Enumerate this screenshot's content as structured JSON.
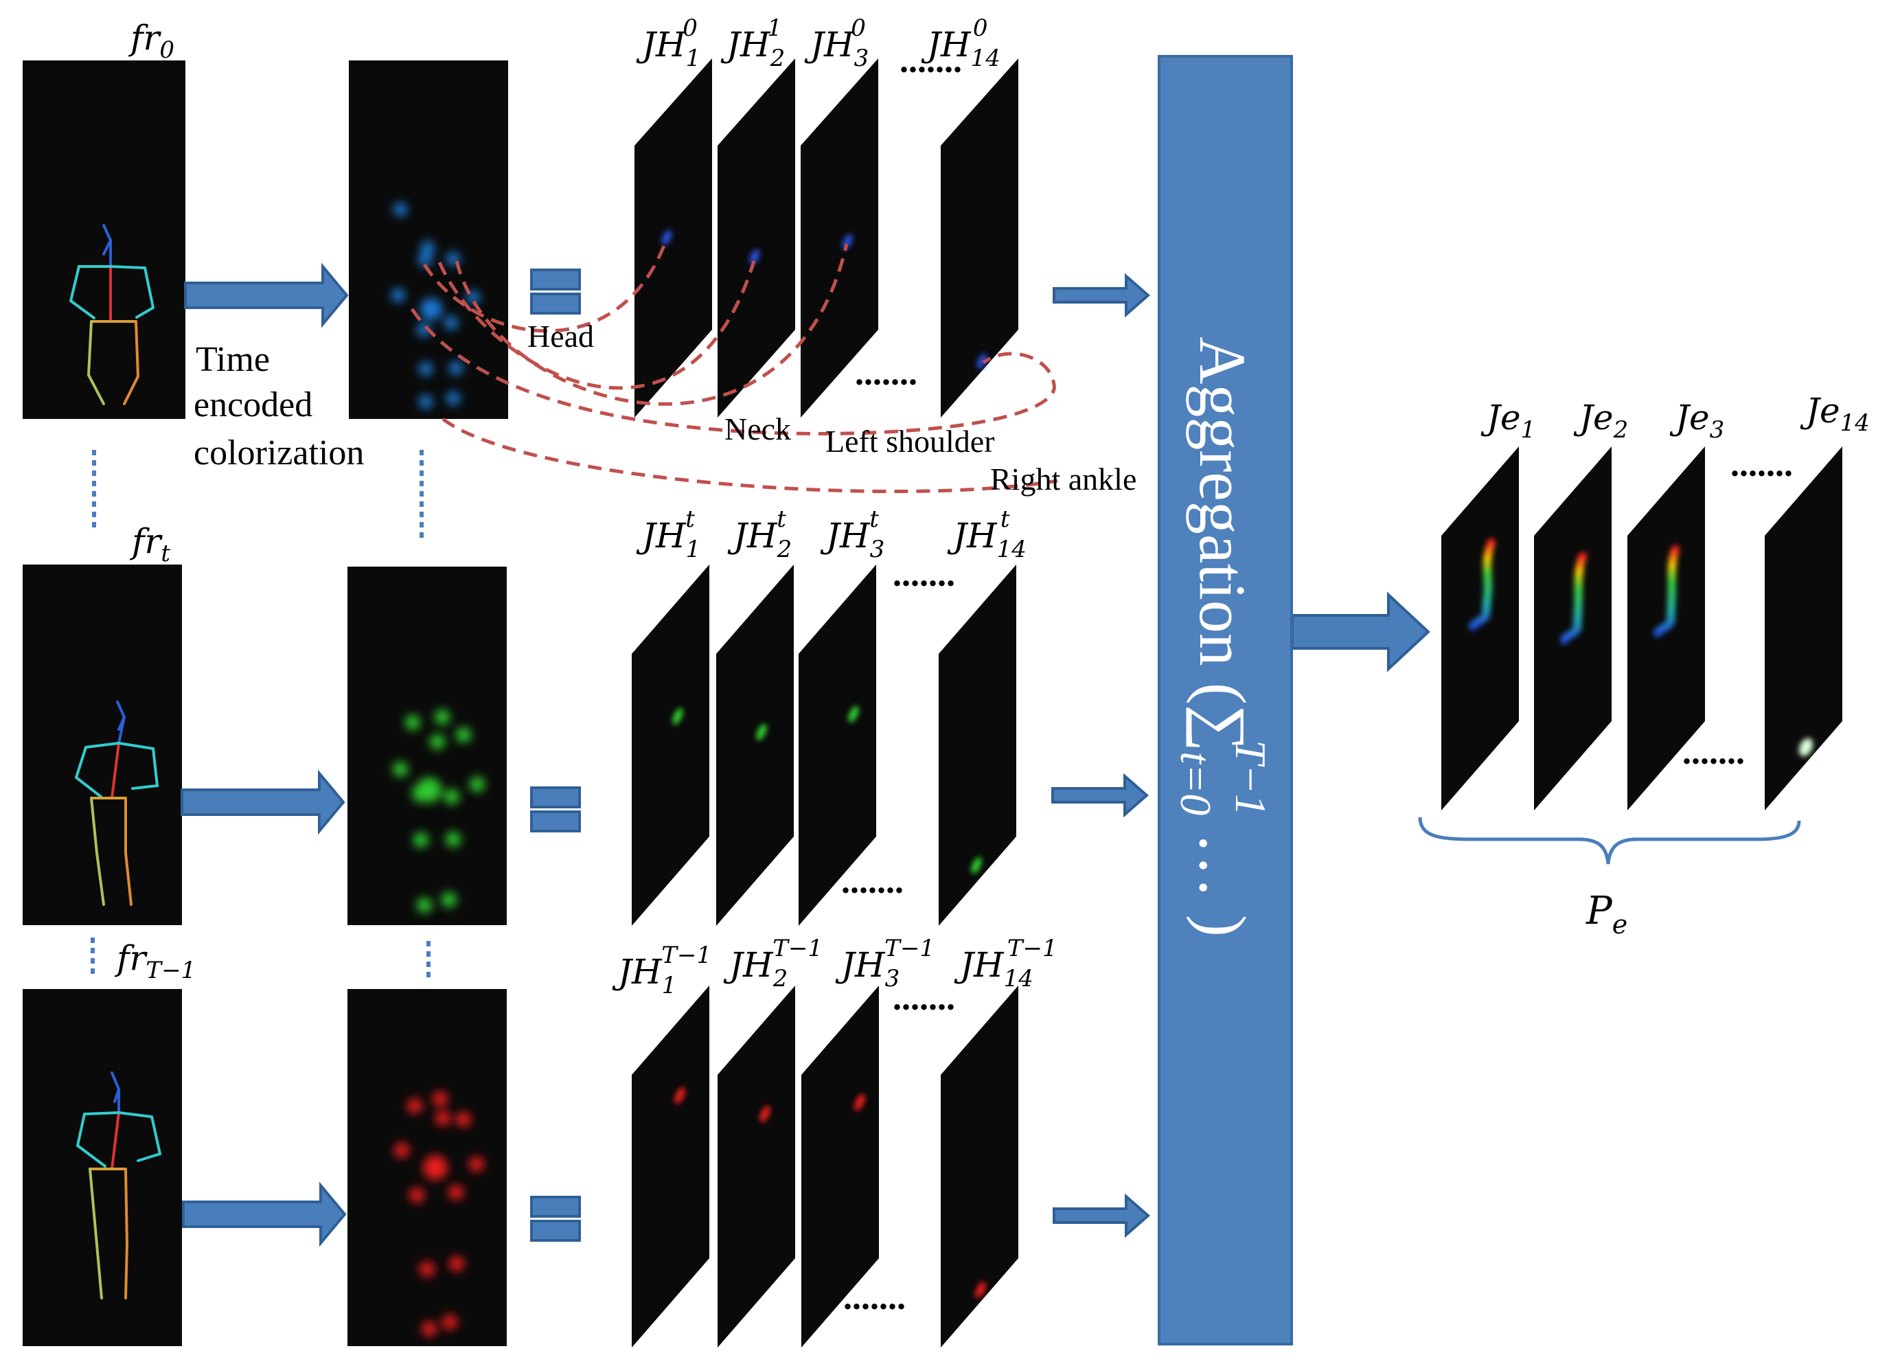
{
  "colors": {
    "arrow_fill": "#4a7ebb",
    "arrow_stroke": "#2f5f96",
    "aggregation_fill": "#4f81bd",
    "panel_bg": "#0a0a0a",
    "dashed_link": "#c0504d",
    "dotted_connector": "#4a7ebb",
    "bracket": "#4a7ebb",
    "frame_blue": "#1e78d2",
    "frame_green": "#2ec82e",
    "frame_red": "#e61e1e"
  },
  "frames": {
    "fr0": {
      "base": "fr",
      "sub": "0"
    },
    "frt": {
      "base": "fr",
      "sub": "t"
    },
    "frT": {
      "base": "fr",
      "sub": "T−1"
    }
  },
  "encoding_label": [
    "Time",
    "encoded",
    "colorization"
  ],
  "equals_icon": "equals-sign-icon",
  "heatmap_rows": [
    {
      "maps": [
        {
          "base": "JH",
          "sub": "1",
          "sup": "0"
        },
        {
          "base": "JH",
          "sub": "2",
          "sup": "1"
        },
        {
          "base": "JH",
          "sub": "3",
          "sup": "0"
        },
        {
          "base": "JH",
          "sub": "14",
          "sup": "0"
        }
      ]
    },
    {
      "maps": [
        {
          "base": "JH",
          "sub": "1",
          "sup": "t"
        },
        {
          "base": "JH",
          "sub": "2",
          "sup": "t"
        },
        {
          "base": "JH",
          "sub": "3",
          "sup": "t"
        },
        {
          "base": "JH",
          "sub": "14",
          "sup": "t"
        }
      ]
    },
    {
      "maps": [
        {
          "base": "JH",
          "sub": "1",
          "sup": "T−1"
        },
        {
          "base": "JH",
          "sub": "2",
          "sup": "T−1"
        },
        {
          "base": "JH",
          "sub": "3",
          "sup": "T−1"
        },
        {
          "base": "JH",
          "sub": "14",
          "sup": "T−1"
        }
      ]
    }
  ],
  "ellipsis": ".......",
  "joint_labels": {
    "head": "Head",
    "neck": "Neck",
    "left_shoulder": "Left shoulder",
    "right_ankle": "Right ankle"
  },
  "aggregation": {
    "word": "Aggregation (",
    "sum": "∑",
    "sub": "t=0",
    "sup": "T−1",
    "tail": " … )"
  },
  "outputs": [
    {
      "base": "Je",
      "sub": "1"
    },
    {
      "base": "Je",
      "sub": "2"
    },
    {
      "base": "Je",
      "sub": "3"
    },
    {
      "base": "Je",
      "sub": "14"
    }
  ],
  "result": {
    "base": "P",
    "sub": "e"
  }
}
